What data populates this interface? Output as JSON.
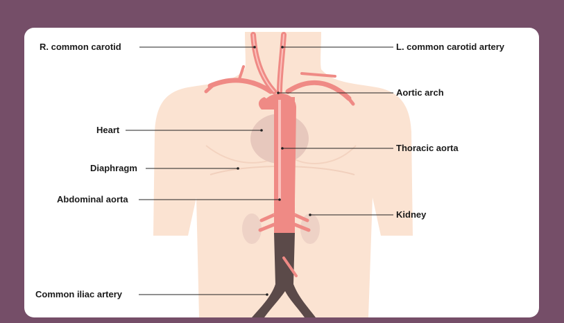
{
  "diagram": {
    "labels": {
      "r_common_carotid": "R. common carotid",
      "l_common_carotid": "L. common carotid artery",
      "aortic_arch": "Aortic arch",
      "heart": "Heart",
      "thoracic_aorta": "Thoracic aorta",
      "diaphragm": "Diaphragm",
      "abdominal_aorta": "Abdominal aorta",
      "kidney": "Kidney",
      "common_iliac": "Common iliac artery"
    },
    "colors": {
      "frame": "#754e68",
      "panel": "#ffffff",
      "body_skin": "#fbe3d2",
      "artery": "#ef8a85",
      "artery_highlight": "#fbc2bd",
      "heart": "#e7c8bd",
      "iliac": "#5b4a49",
      "leader_line": "#222222"
    }
  }
}
